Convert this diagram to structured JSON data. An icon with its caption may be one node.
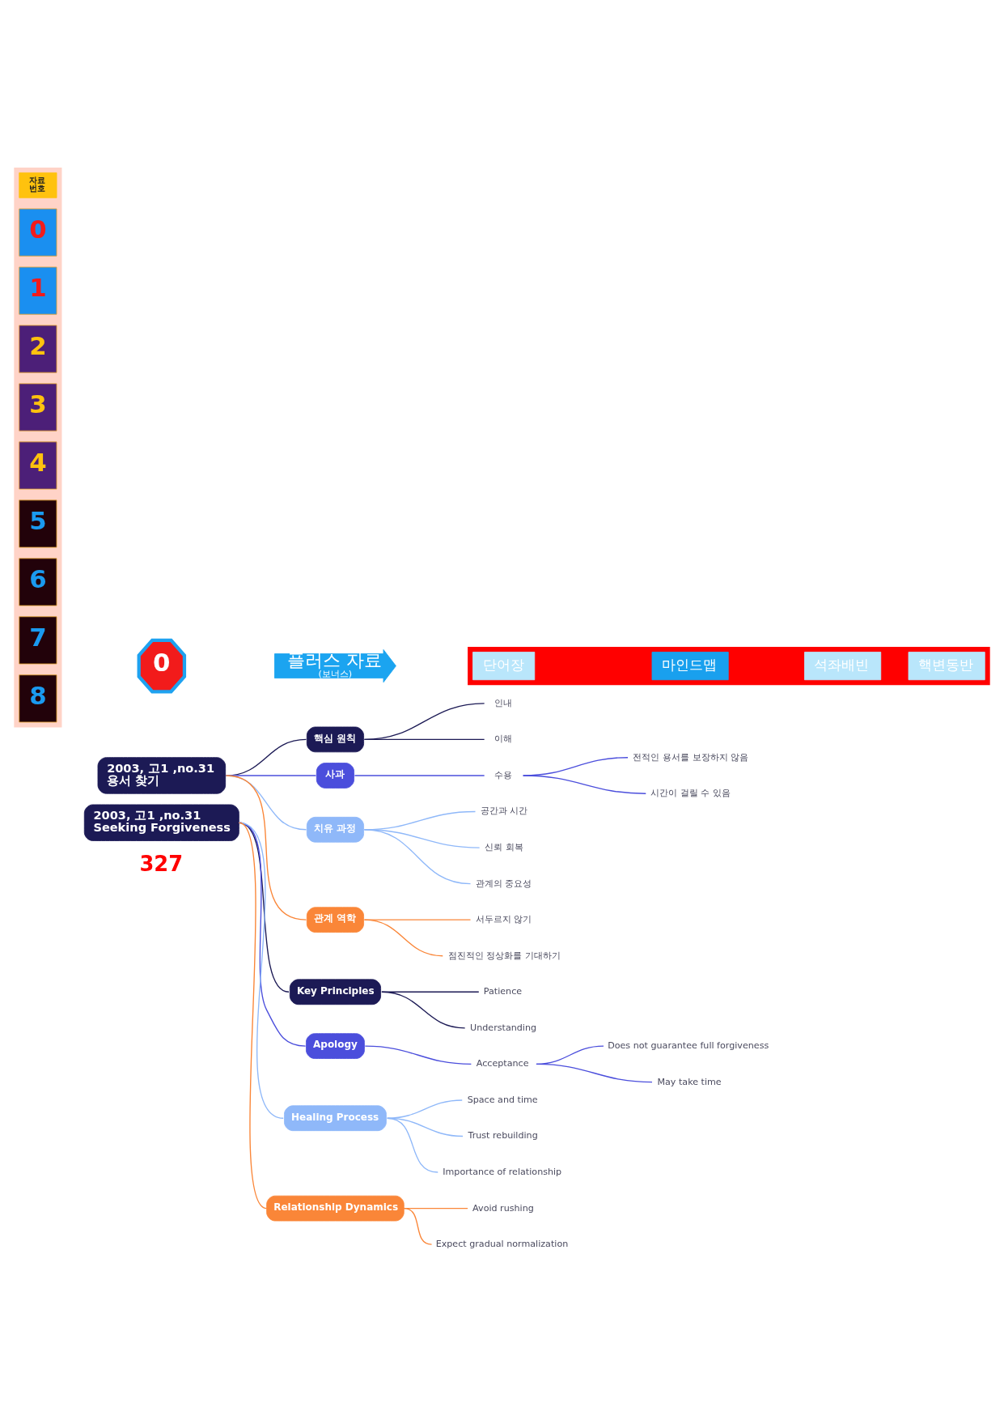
{
  "diagram": {
    "nodes": [
      {
        "text": [
          "0"
        ]
      },
      {
        "text": [
          "플러스 자료",
          "(보너스)"
        ]
      },
      {
        "text": [],
        "shape": "box"
      },
      {
        "text": [
          "단어장"
        ],
        "in": 2
      },
      {
        "text": [
          "마인드맵"
        ],
        "in": 2
      },
      {
        "text": [
          "석좌배빈"
        ],
        "in": 2
      },
      {
        "text": [
          "핵변동반"
        ],
        "in": 2
      },
      {
        "text": [],
        "shape": "box"
      },
      {
        "text": [
          "자료 번호"
        ],
        "in": 7
      },
      {
        "text": [
          "0"
        ],
        "in": 7
      },
      {
        "text": [
          "1"
        ],
        "in": 7
      },
      {
        "text": [
          "2"
        ],
        "in": 7
      },
      {
        "text": [
          "3"
        ],
        "in": 7
      },
      {
        "text": [
          "4"
        ],
        "in": 7
      },
      {
        "text": [
          "5"
        ],
        "in": 7
      },
      {
        "text": [
          "6"
        ],
        "in": 7
      },
      {
        "text": [
          "7"
        ],
        "in": 7
      },
      {
        "text": [
          "8"
        ],
        "in": 7
      },
      {
        "text": [
          "2003, 고1 ,no.31",
          "용서 찾기"
        ]
      },
      {
        "text": [
          "핵심 원칙"
        ]
      },
      {
        "text": [
          "인내"
        ]
      },
      {
        "text": [
          "이해"
        ]
      },
      {
        "text": [
          "사과"
        ]
      },
      {
        "text": [
          "수용"
        ]
      },
      {
        "text": [
          "전적인 용서를 보장하지 않음"
        ]
      },
      {
        "text": [
          "시간이 걸릴 수 있음"
        ]
      },
      {
        "text": [
          "치유 과정"
        ]
      },
      {
        "text": [
          "공간과 시간"
        ]
      },
      {
        "text": [
          "신뢰 회복"
        ]
      },
      {
        "text": [
          "관계의 중요성"
        ]
      },
      {
        "text": [
          "관계 역학"
        ]
      },
      {
        "text": [
          "서두르지 않기"
        ]
      },
      {
        "text": [
          "점진적인 정상화를 기대하기"
        ]
      },
      {
        "text": [
          "2003, 고1 ,no.31",
          "Seeking Forgiveness"
        ]
      },
      {
        "text": [
          "Key Principles"
        ]
      },
      {
        "text": [
          "Patience"
        ]
      },
      {
        "text": [
          "Understanding"
        ]
      },
      {
        "text": [
          "Apology"
        ]
      },
      {
        "text": [
          "Acceptance"
        ]
      },
      {
        "text": [
          "Does not guarantee full forgiveness"
        ]
      },
      {
        "text": [
          "May take time"
        ]
      },
      {
        "text": [
          "Healing Process"
        ]
      },
      {
        "text": [
          "Space and time"
        ]
      },
      {
        "text": [
          "Trust rebuilding"
        ]
      },
      {
        "text": [
          "Importance of relationship"
        ]
      },
      {
        "text": [
          "Relationship Dynamics"
        ]
      },
      {
        "text": [
          "Avoid rushing"
        ]
      },
      {
        "text": [
          "Expect gradual normalization"
        ]
      }
    ],
    "edges": [
      {
        "from": 18,
        "to": 19,
        "arrow": "none",
        "color": "#1c1a55"
      },
      {
        "from": 19,
        "to": 20,
        "arrow": "none",
        "color": "#1c1a55"
      },
      {
        "from": 19,
        "to": 21,
        "arrow": "none",
        "color": "#1c1a55"
      },
      {
        "from": 18,
        "to": 22,
        "arrow": "none",
        "color": "#4b4edc"
      },
      {
        "from": 22,
        "to": 23,
        "arrow": "none",
        "color": "#4b4edc"
      },
      {
        "from": 23,
        "to": 24,
        "arrow": "none",
        "color": "#4b4edc"
      },
      {
        "from": 23,
        "to": 25,
        "arrow": "none",
        "color": "#4b4edc"
      },
      {
        "from": 18,
        "to": 26,
        "arrow": "none",
        "color": "#8fb8f9"
      },
      {
        "from": 26,
        "to": 27,
        "arrow": "none",
        "color": "#8fb8f9"
      },
      {
        "from": 26,
        "to": 28,
        "arrow": "none",
        "color": "#8fb8f9"
      },
      {
        "from": 26,
        "to": 29,
        "arrow": "none",
        "color": "#8fb8f9"
      },
      {
        "from": 18,
        "to": 30,
        "arrow": "none",
        "color": "#fa8638"
      },
      {
        "from": 30,
        "to": 31,
        "arrow": "none",
        "color": "#fa8638"
      },
      {
        "from": 30,
        "to": 32,
        "arrow": "none",
        "color": "#fa8638"
      },
      {
        "from": 33,
        "to": 34,
        "arrow": "none",
        "color": "#1c1a55"
      },
      {
        "from": 34,
        "to": 35,
        "arrow": "none",
        "color": "#1c1a55"
      },
      {
        "from": 34,
        "to": 36,
        "arrow": "none",
        "color": "#1c1a55"
      },
      {
        "from": 33,
        "to": 37,
        "arrow": "none",
        "color": "#4b4edc"
      },
      {
        "from": 37,
        "to": 38,
        "arrow": "none",
        "color": "#4b4edc"
      },
      {
        "from": 38,
        "to": 39,
        "arrow": "none",
        "color": "#4b4edc"
      },
      {
        "from": 38,
        "to": 40,
        "arrow": "none",
        "color": "#4b4edc"
      },
      {
        "from": 33,
        "to": 41,
        "arrow": "none",
        "color": "#8fb8f9"
      },
      {
        "from": 41,
        "to": 42,
        "arrow": "none",
        "color": "#8fb8f9"
      },
      {
        "from": 41,
        "to": 43,
        "arrow": "none",
        "color": "#8fb8f9"
      },
      {
        "from": 41,
        "to": 44,
        "arrow": "none",
        "color": "#8fb8f9"
      },
      {
        "from": 33,
        "to": 45,
        "arrow": "none",
        "color": "#fa8638"
      },
      {
        "from": 45,
        "to": 46,
        "arrow": "none",
        "color": "#fa8638"
      },
      {
        "from": 45,
        "to": 47,
        "arrow": "none",
        "color": "#fa8638"
      }
    ],
    "labels": [
      "327"
    ]
  }
}
